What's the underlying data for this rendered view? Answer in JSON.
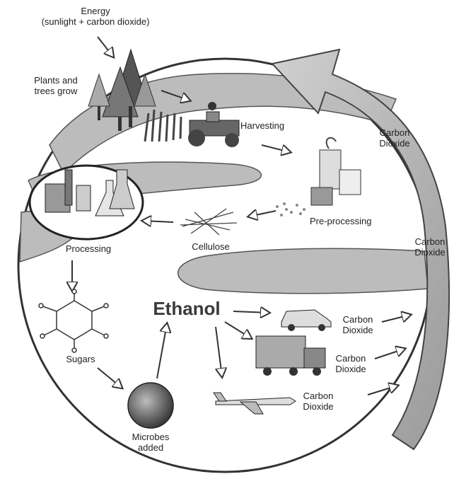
{
  "diagram": {
    "energy_label": "Energy\n(sunlight + carbon dioxide)",
    "plants_label": "Plants and\ntrees grow",
    "harvesting_label": "Harvesting",
    "preprocessing_label": "Pre-processing",
    "cellulose_label": "Cellulose",
    "processing_label": "Processing",
    "sugars_label": "Sugars",
    "microbes_label": "Microbes\nadded",
    "ethanol_label": "Ethanol",
    "co2_car_label": "Carbon\nDioxide",
    "co2_truck_label": "Carbon\nDioxide",
    "co2_plane_label": "Carbon\nDioxide",
    "co2_cycle_top_label": "Carbon\nDioxide",
    "co2_cycle_mid_label": "Carbon\nDioxide"
  }
}
